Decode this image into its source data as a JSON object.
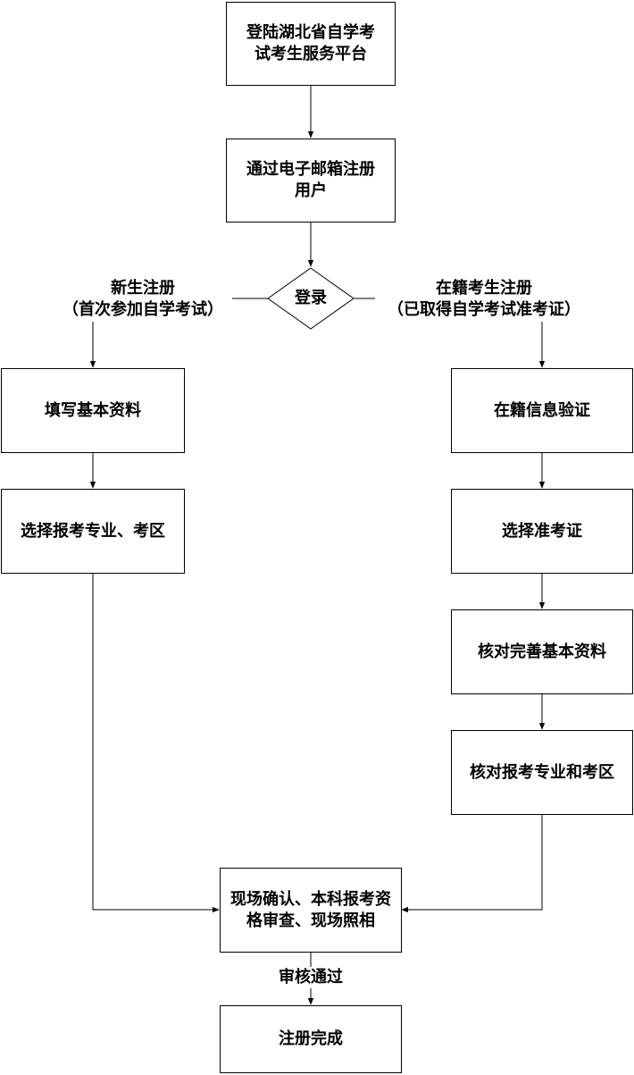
{
  "nodes": {
    "login_platform": "登陆湖北省自学考试考生服务平台",
    "email_register": "通过电子邮箱注册用户",
    "login_decision": "登录",
    "fill_basic_info": "填写基本资料",
    "choose_major_area": "选择报考专业、考区",
    "enrolled_verify": "在籍信息验证",
    "choose_admission_ticket": "选择准考证",
    "check_basic_info": "核对完善基本资料",
    "check_major_area": "核对报考专业和考区",
    "onsite_confirm": "现场确认、本科报考资格审查、现场照相",
    "register_done": "注册完成"
  },
  "branch_labels": {
    "new_student_title": "新生注册",
    "new_student_note": "（首次参加自学考试）",
    "enrolled_student_title": "在籍考生注册",
    "enrolled_student_note": "（已取得自学考试准考证）",
    "audit_passed": "审核通过"
  },
  "colors": {
    "line": "#000000",
    "box_border": "#000000",
    "background": "#ffffff"
  }
}
